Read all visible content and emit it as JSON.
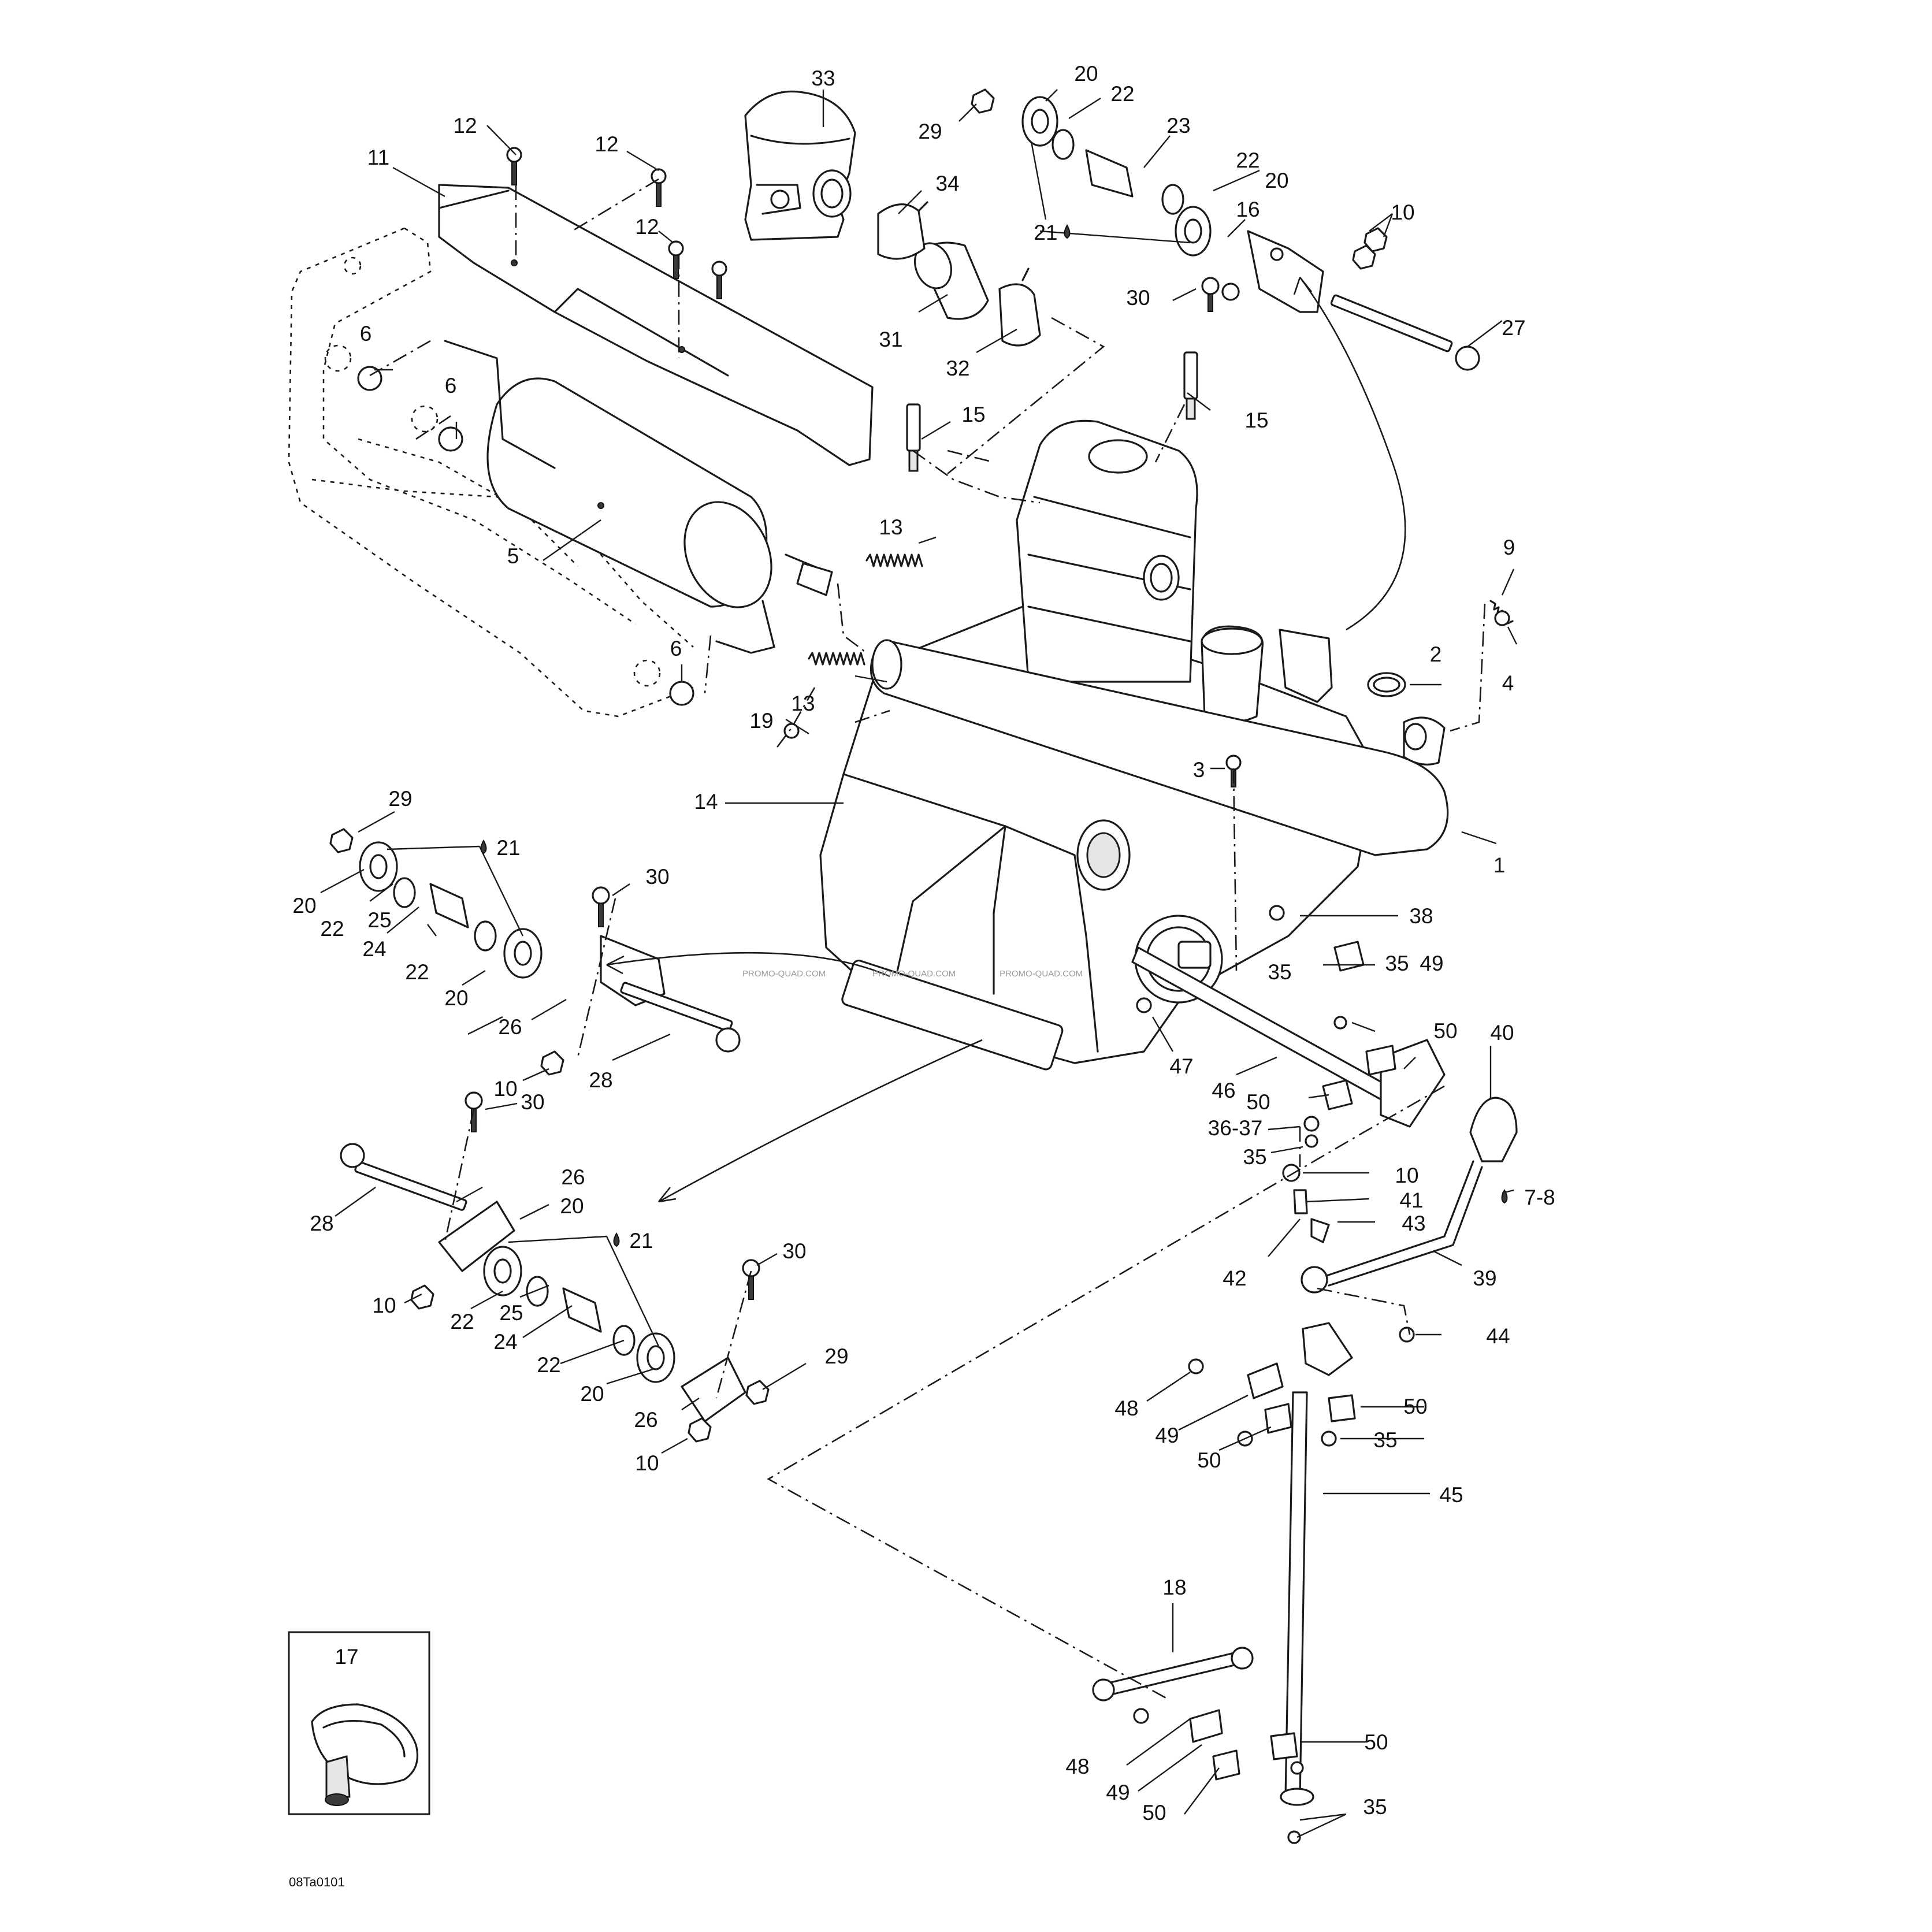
{
  "callouts": {
    "c1": "1",
    "c2": "2",
    "c3": "3",
    "c4": "4",
    "c5": "5",
    "c6a": "6",
    "c6b": "6",
    "c6c": "6",
    "c7_8": "7-8",
    "c9": "9",
    "c10a": "10",
    "c10b": "10",
    "c10c": "10",
    "c10d": "10",
    "c10e": "10",
    "c11": "11",
    "c12a": "12",
    "c12b": "12",
    "c12c": "12",
    "c13a": "13",
    "c13b": "13",
    "c14": "14",
    "c15a": "15",
    "c15b": "15",
    "c16": "16",
    "c17": "17",
    "c18": "18",
    "c19": "19",
    "c20a": "20",
    "c20b": "20",
    "c20c": "20",
    "c20d": "20",
    "c20e": "20",
    "c20f": "20",
    "c21a": "21",
    "c21b": "21",
    "c21c": "21",
    "c22a": "22",
    "c22b": "22",
    "c22c": "22",
    "c22d": "22",
    "c22e": "22",
    "c22f": "22",
    "c23": "23",
    "c24a": "24",
    "c24b": "24",
    "c25a": "25",
    "c25b": "25",
    "c26a": "26",
    "c26b": "26",
    "c26c": "26",
    "c27": "27",
    "c28a": "28",
    "c28b": "28",
    "c29a": "29",
    "c29b": "29",
    "c29c": "29",
    "c30a": "30",
    "c30b": "30",
    "c30c": "30",
    "c30d": "30",
    "c31": "31",
    "c32": "32",
    "c33": "33",
    "c34": "34",
    "c35a": "35",
    "c35b": "35",
    "c35c": "35",
    "c35d": "35",
    "c35e": "35",
    "c36_37": "36-37",
    "c38": "38",
    "c39": "39",
    "c40": "40",
    "c41": "41",
    "c42": "42",
    "c43": "43",
    "c44": "44",
    "c45": "45",
    "c46": "46",
    "c47": "47",
    "c48a": "48",
    "c48b": "48",
    "c49a": "49",
    "c49b": "49",
    "c49c": "49",
    "c50a": "50",
    "c50b": "50",
    "c50c": "50",
    "c50d": "50",
    "c50e": "50",
    "c50f": "50"
  },
  "drawing_ref": "08Ta0101",
  "watermark": "PROMO-QUAD.COM",
  "colors": {
    "line": "#1a1a1a",
    "background": "#ffffff",
    "shade": "#e6e6e6"
  }
}
